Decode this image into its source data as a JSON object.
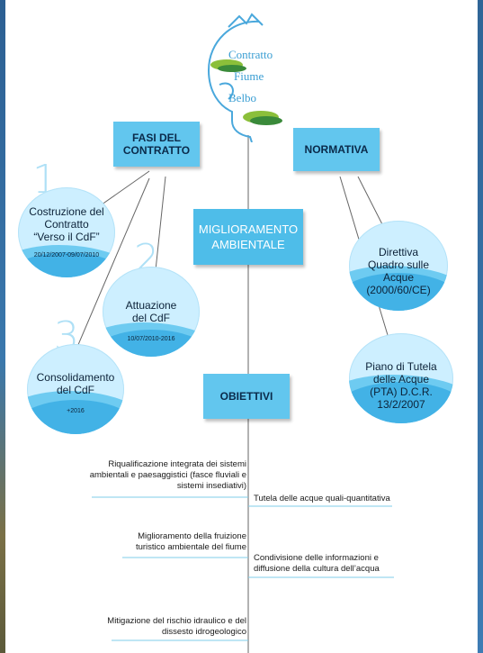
{
  "logo": {
    "line1": "Contratto",
    "line2": "Fiume",
    "line3": "Belbo"
  },
  "boxes": {
    "fasi": "FASI DEL CONTRATTO",
    "normativa": "NORMATIVA",
    "miglioramento": "MIGLIORAMENTO AMBIENTALE",
    "obiettivi": "OBIETTIVI"
  },
  "fasi": [
    {
      "number": "1",
      "title": "Costruzione del Contratto “Verso il CdF”",
      "dates": "20/12/2007-09/07/2010"
    },
    {
      "number": "2",
      "title": "Attuazione del CdF",
      "dates": "10/07/2010-2016"
    },
    {
      "number": "3",
      "title": "Consolidamento del CdF",
      "dates": "+2016"
    }
  ],
  "normativa": [
    {
      "title": "Direttiva Quadro sulle Acque (2000/60/CE)"
    },
    {
      "title": "Piano di Tutela delle Acque (PTA) D.C.R. 13/2/2007"
    }
  ],
  "obiettivi_left": [
    "Riqualificazione integrata dei sistemi ambientali e paesaggistici (fasce fluviali e sistemi insediativi)",
    "Miglioramento della fruizione turistico ambientale del fiume",
    "Mitigazione del rischio idraulico e del dissesto idrogeologico"
  ],
  "obiettivi_right": [
    "Tutela delle acque quali-quantitativa",
    "Condivisione delle informazioni e diffusione della cultura dell’acqua"
  ],
  "colors": {
    "accent": "#4ebde9",
    "bubble_light": "#cdefff",
    "bubble_dark": "#42b2e6",
    "numeral": "#aee0f6"
  }
}
